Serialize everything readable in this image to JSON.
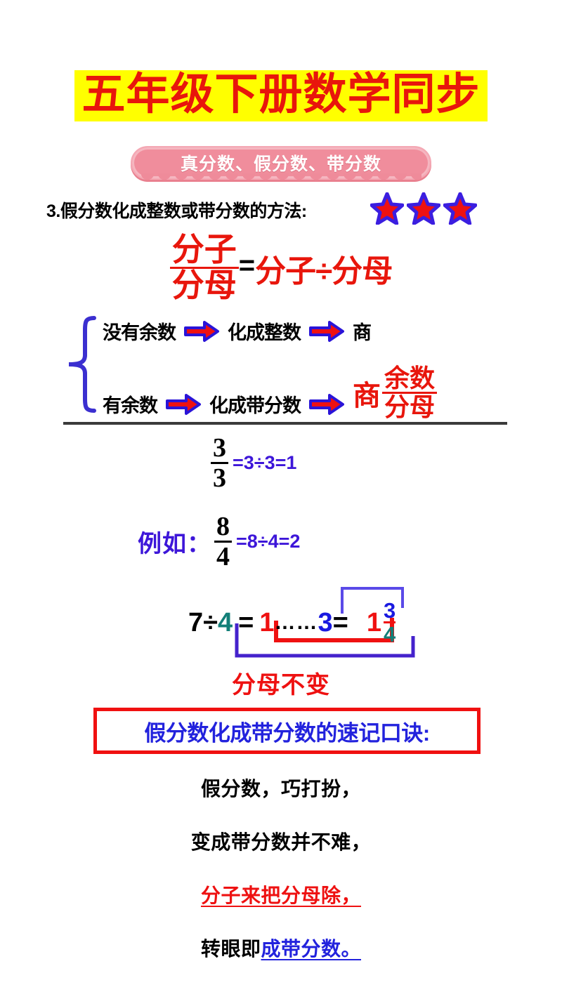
{
  "header": {
    "title": "五年级下册数学同步",
    "subtitle": "真分数、假分数、带分数"
  },
  "rule": {
    "heading": "3.假分数化成整数或带分数的方法:",
    "stars_count": 3,
    "star_icon": "star-icon"
  },
  "main_formula": {
    "left_numerator": "分子",
    "left_denominator": "分母",
    "equals": "=",
    "right": "分子÷分母"
  },
  "branches": {
    "brace_icon": "curly-brace-icon",
    "arrow_icon": "right-arrow-icon",
    "row1": {
      "condition": "没有余数",
      "action": "化成整数",
      "result": "商"
    },
    "row2": {
      "condition": "有余数",
      "action": "化成带分数",
      "result_whole": "商",
      "result_numerator": "余数",
      "result_denominator": "分母"
    }
  },
  "examples": {
    "ex1": {
      "numerator": "3",
      "denominator": "3",
      "equation": "=3÷3=1"
    },
    "ex2": {
      "label": "例如：",
      "numerator": "8",
      "denominator": "4",
      "equation": "=8÷4=2"
    },
    "worked": {
      "dividend": "7",
      "div_sign": "÷",
      "divisor": "4",
      "equals1": "=",
      "quotient": "1",
      "dots": "……",
      "remainder": "3",
      "equals2": "=",
      "mixed_whole": "1",
      "mixed_numerator": "3",
      "mixed_denominator": "4"
    }
  },
  "denominator_note": "分母不变",
  "mnemonic_box_title": "假分数化成带分数的速记口诀:",
  "mnemonic_lines": {
    "line1": "假分数，巧打扮，",
    "line2": "变成带分数并不难，",
    "line3": "分子来把分母除，",
    "line4_head": "转眼即",
    "line4_tail": "成带分数。"
  },
  "colors": {
    "title_red": "#e8160c",
    "title_highlight": "#ffff00",
    "pill_pink": "#f08d9c",
    "brand_blue": "#2222dd",
    "accent_red": "#ee1111",
    "teal": "#137f78",
    "purple": "#3d16d9"
  }
}
